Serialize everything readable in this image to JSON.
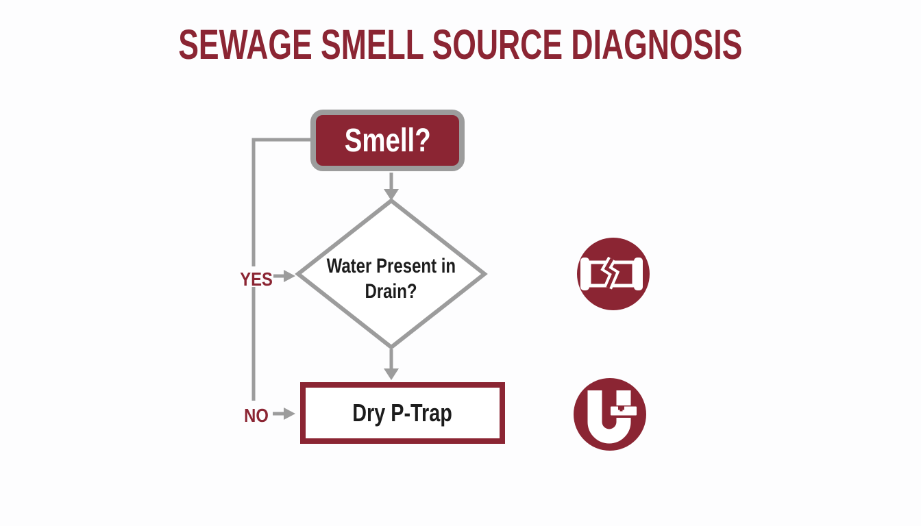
{
  "title": "SEWAGE SMELL SOURCE DIAGNOSIS",
  "colors": {
    "maroon": "#8B2533",
    "connector_gray": "#9C9C9C",
    "text_black": "#1C1C1C",
    "background": "#FFFFFF",
    "node_text_white": "#FFFFFF"
  },
  "flowchart": {
    "nodes": {
      "smell": {
        "label": "Smell?",
        "type": "start"
      },
      "water_present": {
        "label": "Water Present in Drain?",
        "line1": "Water Present in",
        "line2": "Drain?",
        "type": "decision"
      },
      "dry_p_trap": {
        "label": "Dry P-Trap",
        "type": "result"
      }
    },
    "edge_labels": {
      "yes": "YES",
      "no": "NO"
    }
  },
  "icons": [
    {
      "name": "broken-pipe-icon",
      "meaning": "broken sewer pipe"
    },
    {
      "name": "p-trap-icon",
      "meaning": "U-bend p-trap"
    }
  ]
}
